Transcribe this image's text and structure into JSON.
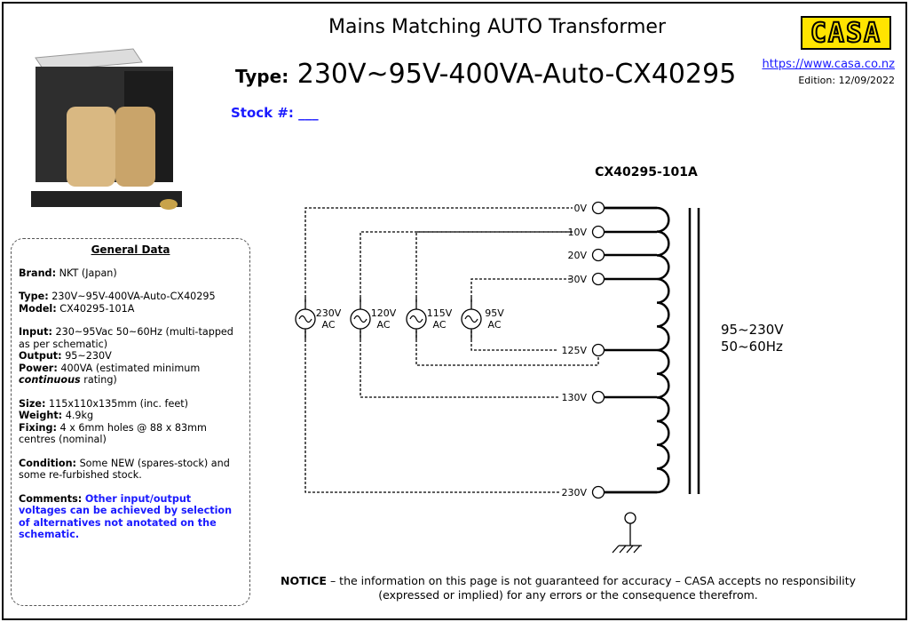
{
  "header": {
    "title": "Mains Matching AUTO Transformer",
    "type_label": "Type:",
    "type_value": "230V~95V-400VA-Auto-CX40295",
    "stock_label": "Stock #: ___",
    "logo_text": "CASA",
    "url": "https://www.casa.co.nz",
    "edition": "Edition: 12/09/2022"
  },
  "general": {
    "heading": "General Data",
    "brand_label": "Brand:",
    "brand": "NKT (Japan)",
    "type_label": "Type:",
    "type": "230V~95V-400VA-Auto-CX40295",
    "model_label": "Model:",
    "model": "CX40295-101A",
    "input_label": "Input:",
    "input": "230~95Vac 50~60Hz (multi-tapped as per schematic)",
    "output_label": "Output:",
    "output": "95~230V",
    "power_label": "Power:",
    "power": "400VA (estimated minimum",
    "power_em": "continuous",
    "power_end": "rating)",
    "size_label": "Size:",
    "size": "115x110x135mm (inc. feet)",
    "weight_label": "Weight:",
    "weight": "4.9kg",
    "fixing_label": "Fixing:",
    "fixing": "4 x 6mm holes @ 88 x 83mm centres (nominal)",
    "condition_label": "Condition:",
    "condition": "Some NEW (spares-stock) and some re-furbished stock.",
    "comments_label": "Comments:",
    "comments": "Other input/output voltages can be achieved by selection of alternatives not anotated on the schematic."
  },
  "schematic": {
    "model": "CX40295-101A",
    "taps": [
      "0V",
      "10V",
      "20V",
      "30V",
      "125V",
      "130V",
      "230V"
    ],
    "sources": [
      {
        "v": "230V",
        "ac": "AC"
      },
      {
        "v": "120V",
        "ac": "AC"
      },
      {
        "v": "115V",
        "ac": "AC"
      },
      {
        "v": "95V",
        "ac": "AC"
      }
    ],
    "output_v": "95~230V",
    "output_hz": "50~60Hz"
  },
  "notice": {
    "label": "NOTICE",
    "text": " – the information on this page is not guaranteed for accuracy – CASA accepts no responsibility (expressed or implied) for any errors or the consequence therefrom."
  }
}
